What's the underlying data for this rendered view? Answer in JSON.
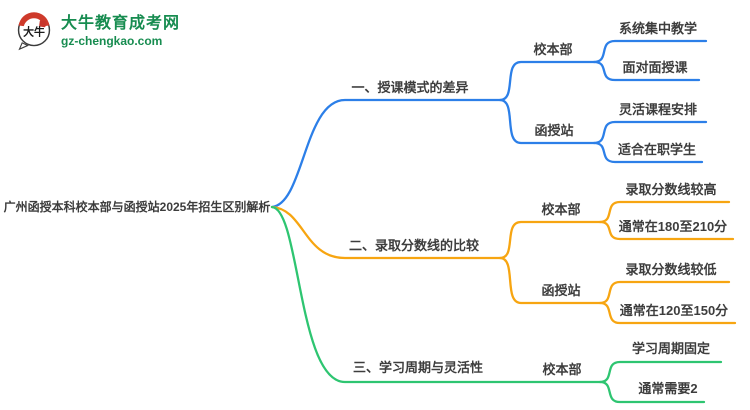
{
  "logo": {
    "icon_text": "大牛",
    "title": "大牛教育成考网",
    "subtitle": "gz-chengkao.com",
    "brand_color": "#178C50"
  },
  "root": {
    "label": "广州函授本科校本部与函授站2025年招生区别解析"
  },
  "colors": {
    "branch1": "#2C7FE8",
    "branch2": "#F7A511",
    "branch3": "#2EC571",
    "text": "#3D3D3D"
  },
  "branches": [
    {
      "topic": "一、授课模式的差异",
      "color": "#2C7FE8",
      "nodes": [
        {
          "label": "校本部",
          "leaves": [
            "系统集中教学",
            "面对面授课"
          ]
        },
        {
          "label": "函授站",
          "leaves": [
            "灵活课程安排",
            "适合在职学生"
          ]
        }
      ]
    },
    {
      "topic": "二、录取分数线的比较",
      "color": "#F7A511",
      "nodes": [
        {
          "label": "校本部",
          "leaves": [
            "录取分数线较高",
            "通常在180至210分"
          ]
        },
        {
          "label": "函授站",
          "leaves": [
            "录取分数线较低",
            "通常在120至150分"
          ]
        }
      ]
    },
    {
      "topic": "三、学习周期与灵活性",
      "color": "#2EC571",
      "nodes": [
        {
          "label": "校本部",
          "leaves": [
            "学习周期固定",
            "通常需要2"
          ]
        }
      ]
    }
  ]
}
